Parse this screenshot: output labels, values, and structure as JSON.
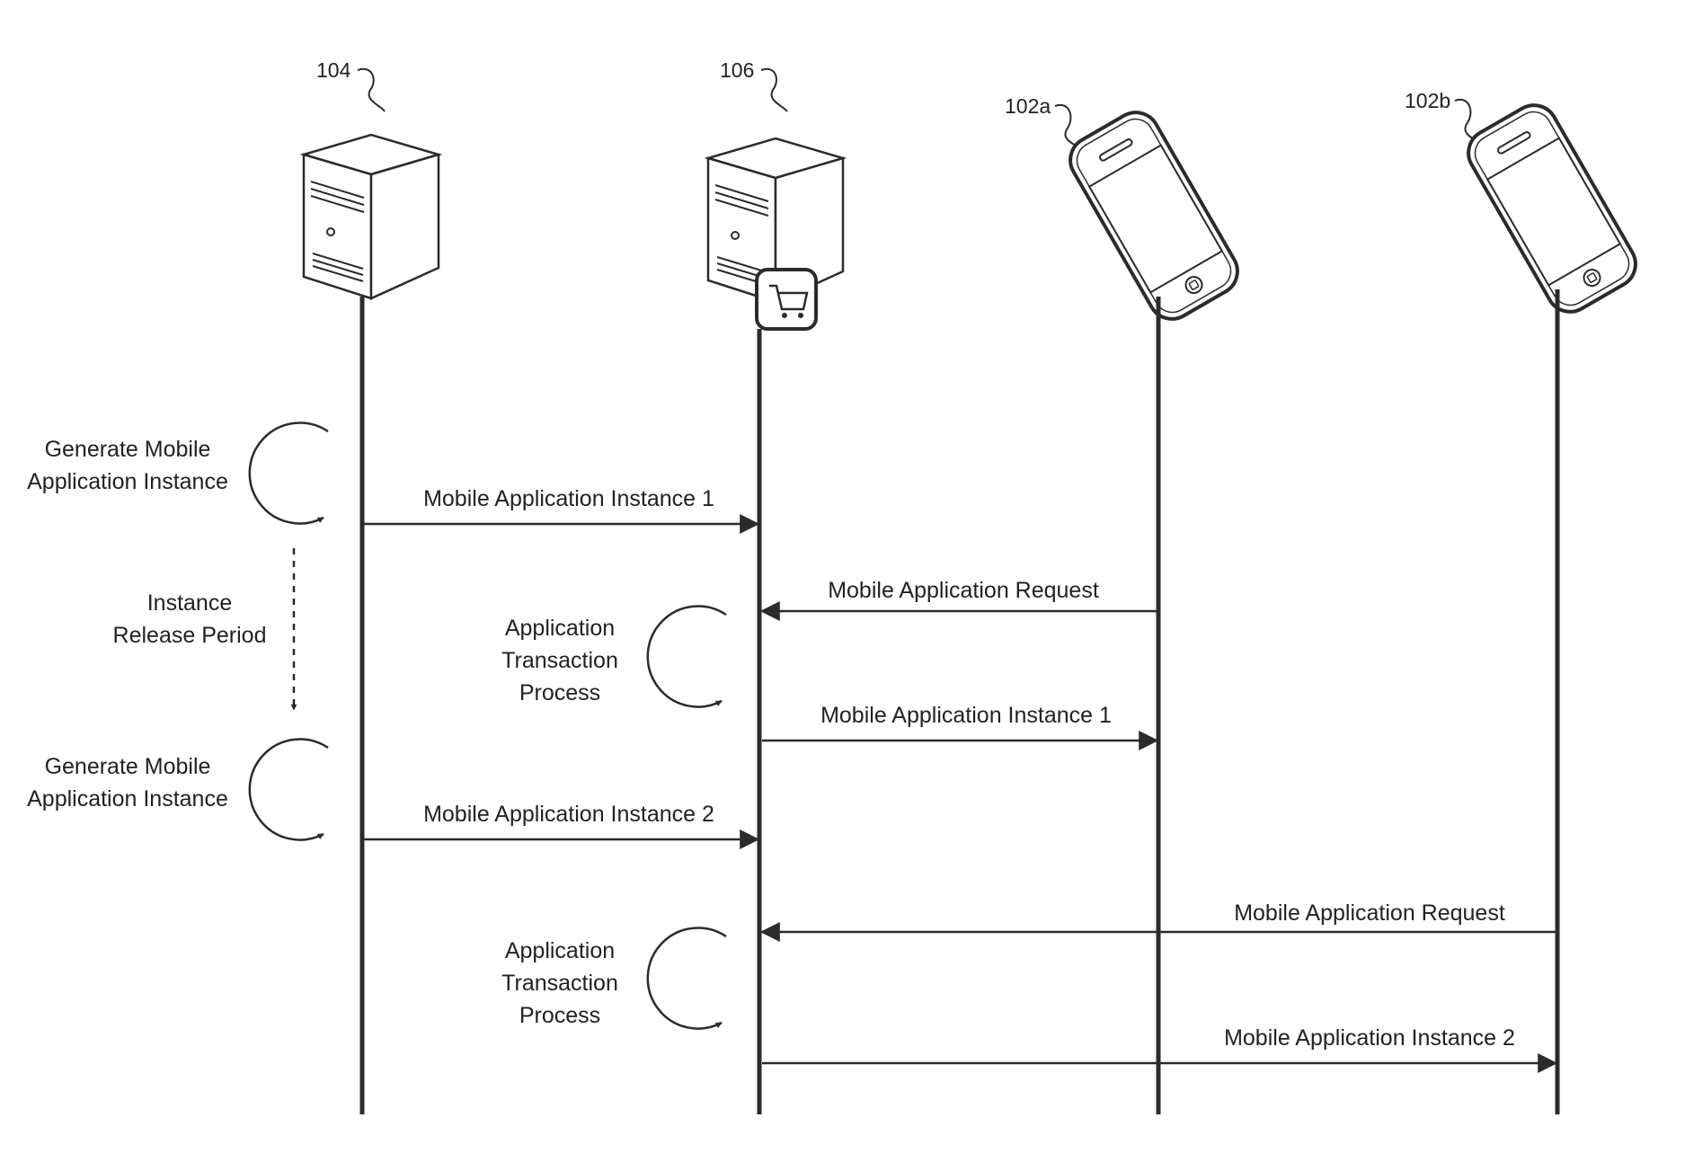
{
  "entities": {
    "server_104": {
      "ref": "104"
    },
    "server_106": {
      "ref": "106"
    },
    "phone_102a": {
      "ref": "102a"
    },
    "phone_102b": {
      "ref": "102b"
    }
  },
  "processes": {
    "generate_1": {
      "line1": "Generate Mobile",
      "line2": "Application Instance"
    },
    "release_period": {
      "line1": "Instance",
      "line2": "Release Period"
    },
    "generate_2": {
      "line1": "Generate Mobile",
      "line2": "Application Instance"
    },
    "transaction_1": {
      "line1": "Application",
      "line2": "Transaction",
      "line3": "Process"
    },
    "transaction_2": {
      "line1": "Application",
      "line2": "Transaction",
      "line3": "Process"
    }
  },
  "messages": {
    "m1": "Mobile Application Instance 1",
    "m2": "Mobile Application Request",
    "m3": "Mobile Application Instance 1",
    "m4": "Mobile Application Instance 2",
    "m5": "Mobile Application Request",
    "m6": "Mobile Application Instance 2"
  },
  "icons": [
    "server-icon",
    "shopping-cart-icon",
    "smartphone-icon"
  ],
  "colors": {
    "line": "#2b2b2b",
    "text": "#222222",
    "background": "#ffffff"
  }
}
